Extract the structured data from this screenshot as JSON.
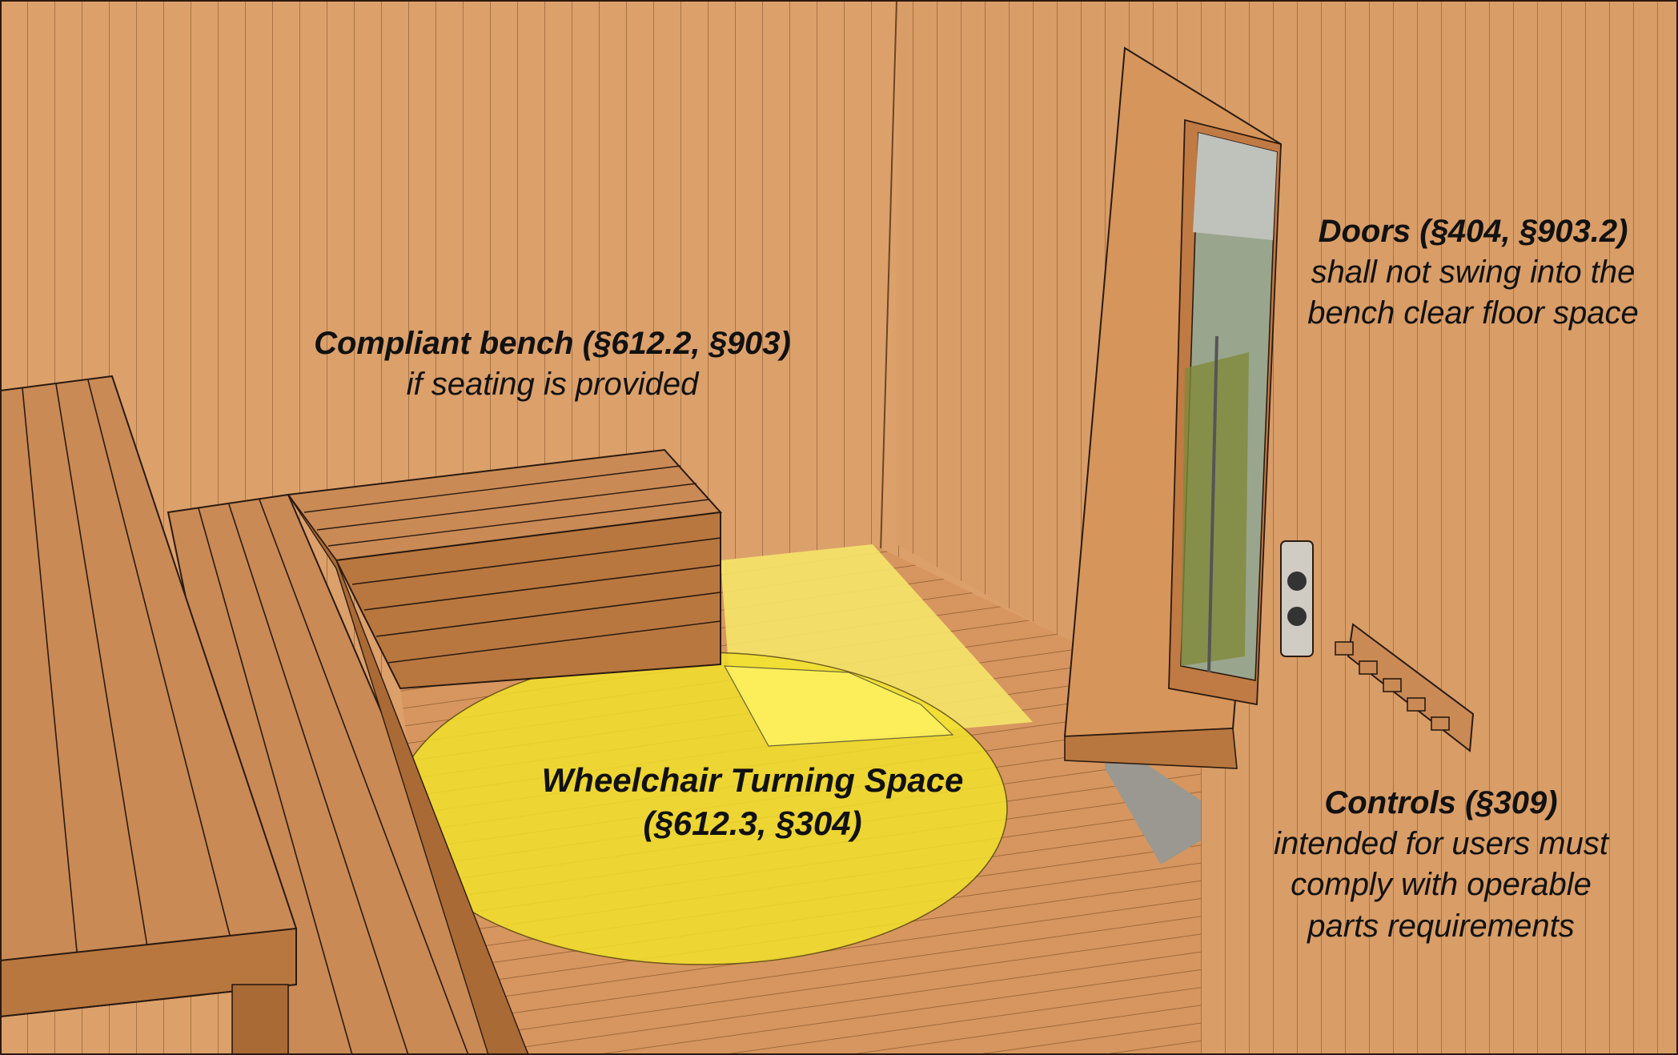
{
  "labels": {
    "bench": {
      "heading": "Compliant bench (§612.2, §903)",
      "lines": [
        "if seating is provided"
      ]
    },
    "doors": {
      "heading": "Doors (§404, §903.2)",
      "lines": [
        "shall not swing into the",
        "bench clear floor space"
      ]
    },
    "turning_space": {
      "heading": "Wheelchair Turning Space",
      "lines": [
        "(§612.3, §304)"
      ]
    },
    "controls": {
      "heading": "Controls (§309)",
      "lines": [
        "intended for users must",
        "comply with operable",
        "parts requirements"
      ]
    }
  },
  "colors": {
    "wall": "#dca06b",
    "wall_line": "#9a6a3e",
    "floor": "#d7965f",
    "bench_top": "#c98a55",
    "bench_side": "#b8773f",
    "clear_space": "#f6e46a",
    "turning_circle": "#f2e02c",
    "outline": "#2a1a10"
  },
  "icons": [
    "door-handle-icon",
    "control-knob-icon",
    "coat-hook-icon"
  ]
}
